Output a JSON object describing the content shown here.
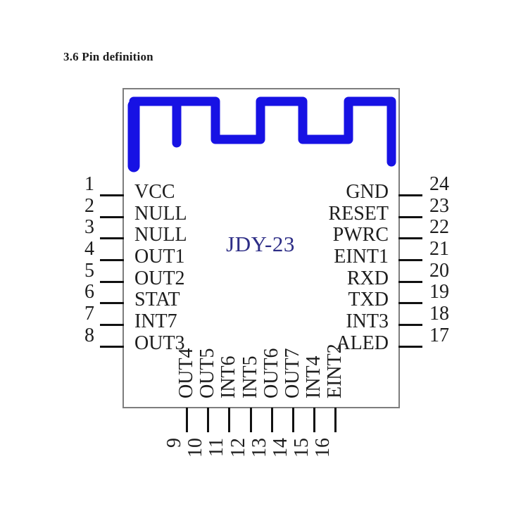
{
  "title": "3.6 Pin definition",
  "chip": {
    "label": "JDY-23"
  },
  "colors": {
    "antenna_blue": "#1712e4",
    "chip_label_navy": "#2d2d86",
    "pin_text": "#1d1d1d",
    "outline_gray": "#7d7d7d",
    "tick_black": "#111111"
  },
  "pins": {
    "left": [
      {
        "num": "1",
        "label": "VCC"
      },
      {
        "num": "2",
        "label": "NULL"
      },
      {
        "num": "3",
        "label": "NULL"
      },
      {
        "num": "4",
        "label": "OUT1"
      },
      {
        "num": "5",
        "label": "OUT2"
      },
      {
        "num": "6",
        "label": "STAT"
      },
      {
        "num": "7",
        "label": "INT7"
      },
      {
        "num": "8",
        "label": "OUT3"
      }
    ],
    "right": [
      {
        "num": "24",
        "label": "GND"
      },
      {
        "num": "23",
        "label": "RESET"
      },
      {
        "num": "22",
        "label": "PWRC"
      },
      {
        "num": "21",
        "label": "EINT1"
      },
      {
        "num": "20",
        "label": "RXD"
      },
      {
        "num": "19",
        "label": "TXD"
      },
      {
        "num": "18",
        "label": "INT3"
      },
      {
        "num": "17",
        "label": "ALED"
      }
    ],
    "bottom": [
      {
        "num": "9",
        "label": "OUT4"
      },
      {
        "num": "10",
        "label": "OUT5"
      },
      {
        "num": "11",
        "label": "INT6"
      },
      {
        "num": "12",
        "label": "INT5"
      },
      {
        "num": "13",
        "label": "OUT6"
      },
      {
        "num": "14",
        "label": "OUT7"
      },
      {
        "num": "15",
        "label": "INT4"
      },
      {
        "num": "16",
        "label": "EINT2"
      }
    ]
  }
}
